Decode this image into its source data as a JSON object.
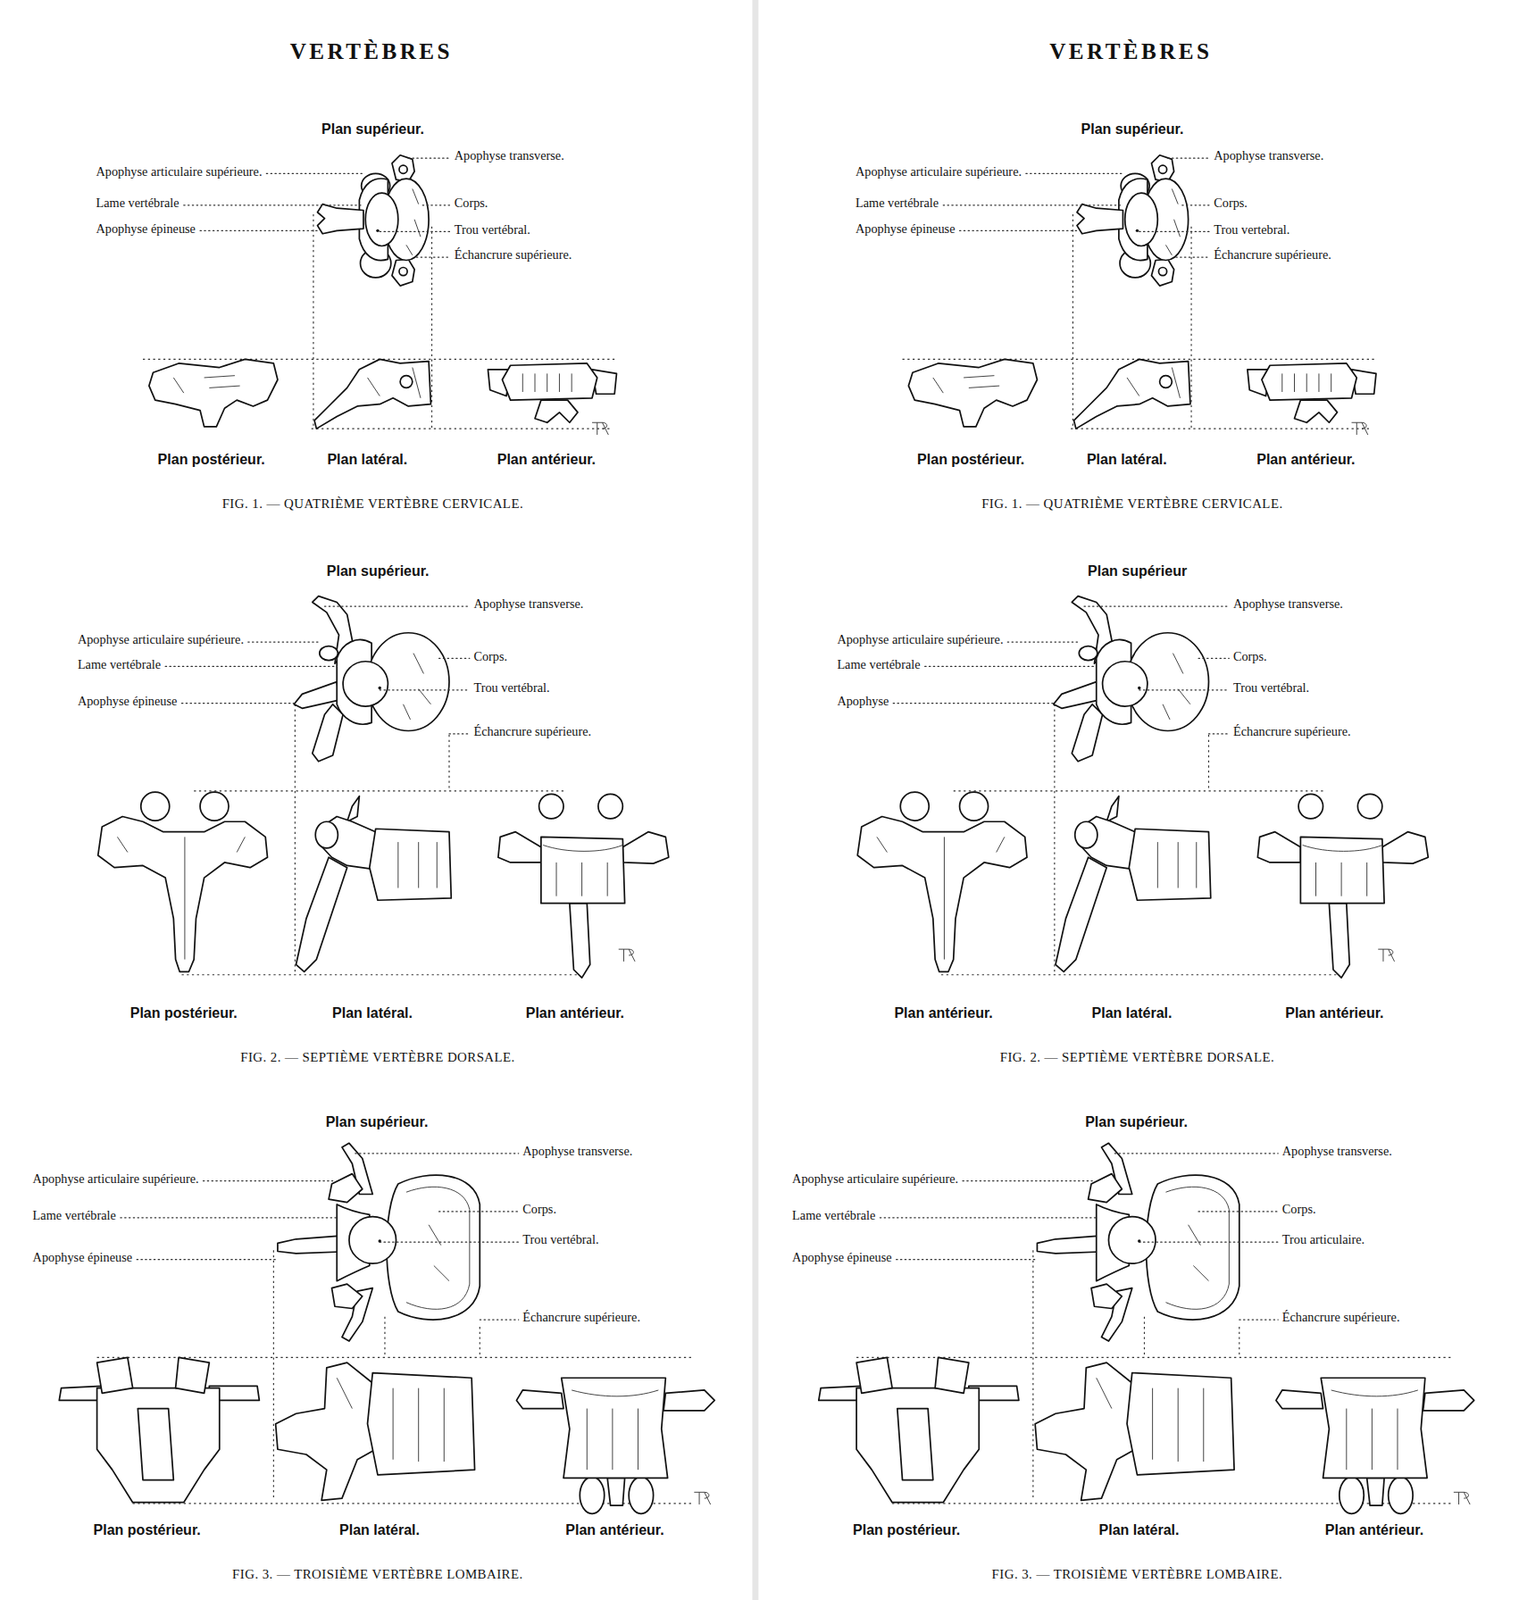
{
  "diagram": {
    "labels": [
      "VERTÈBRES",
      "Plan supérieur.",
      "Apophyse articulaire supérieure.",
      "Lame vertébrale",
      "Apophyse épineuse",
      "Apophyse transverse.",
      "Corps.",
      "Trou vertébral.",
      "Échancrure supérieure.",
      "Plan postérieur.",
      "Plan latéral.",
      "Plan antérieur.",
      "FIG. 1. — QUATRIÈME VERTÈBRE CERVICALE.",
      "Plan supérieur.",
      "Apophyse articulaire supérieure.",
      "Lame vertébrale",
      "Apophyse épineuse",
      "Apophyse transverse.",
      "Corps.",
      "Trou vertébral.",
      "Échancrure supérieure.",
      "Plan postérieur.",
      "Plan latéral.",
      "Plan antérieur.",
      "FIG. 2. — SEPTIÈME VERTÈBRE DORSALE.",
      "Plan supérieur.",
      "Apophyse articulaire supérieure.",
      "Lame vertébrale",
      "Apophyse épineuse",
      "Apophyse transverse.",
      "Corps.",
      "Trou vertébral.",
      "Échancrure supérieure.",
      "Plan postérieur.",
      "Plan latéral.",
      "Plan antérieur.",
      "FIG. 3. — TROISIÈME VERTÈBRE LOMBAIRE.",
      "VERTÈBRES",
      "Plan supérieur.",
      "Apophyse articulaire supérieure.",
      "Lame vertébrale",
      "Apophyse épineuse",
      "Apophyse transverse.",
      "Corps.",
      "Trou vertebral.",
      "Échancrure supérieure.",
      "Plan postérieur.",
      "Plan latéral.",
      "Plan antérieur.",
      "FIG. 1. — QUATRIÈME VERTÈBRE CERVICALE.",
      "Plan supérieur",
      "Apophyse articulaire supérieure.",
      "Lame vertébrale",
      "Apophyse",
      "Apophyse transverse.",
      "Corps.",
      "Trou vertébral.",
      "Échancrure supérieure.",
      "Plan antérieur.",
      "Plan latéral.",
      "Plan antérieur.",
      "FIG. 2. — SEPTIÈME VERTÈBRE DORSALE.",
      "Plan supérieur.",
      "Apophyse articulaire supérieure.",
      "Lame vertébrale",
      "Apophyse épineuse",
      "Apophyse transverse.",
      "Corps.",
      "Trou articulaire.",
      "Échancrure supérieure.",
      "Plan postérieur.",
      "Plan latéral.",
      "Plan antérieur.",
      "FIG. 3. — TROISIÈME VERTÈBRE LOMBAIRE."
    ]
  }
}
